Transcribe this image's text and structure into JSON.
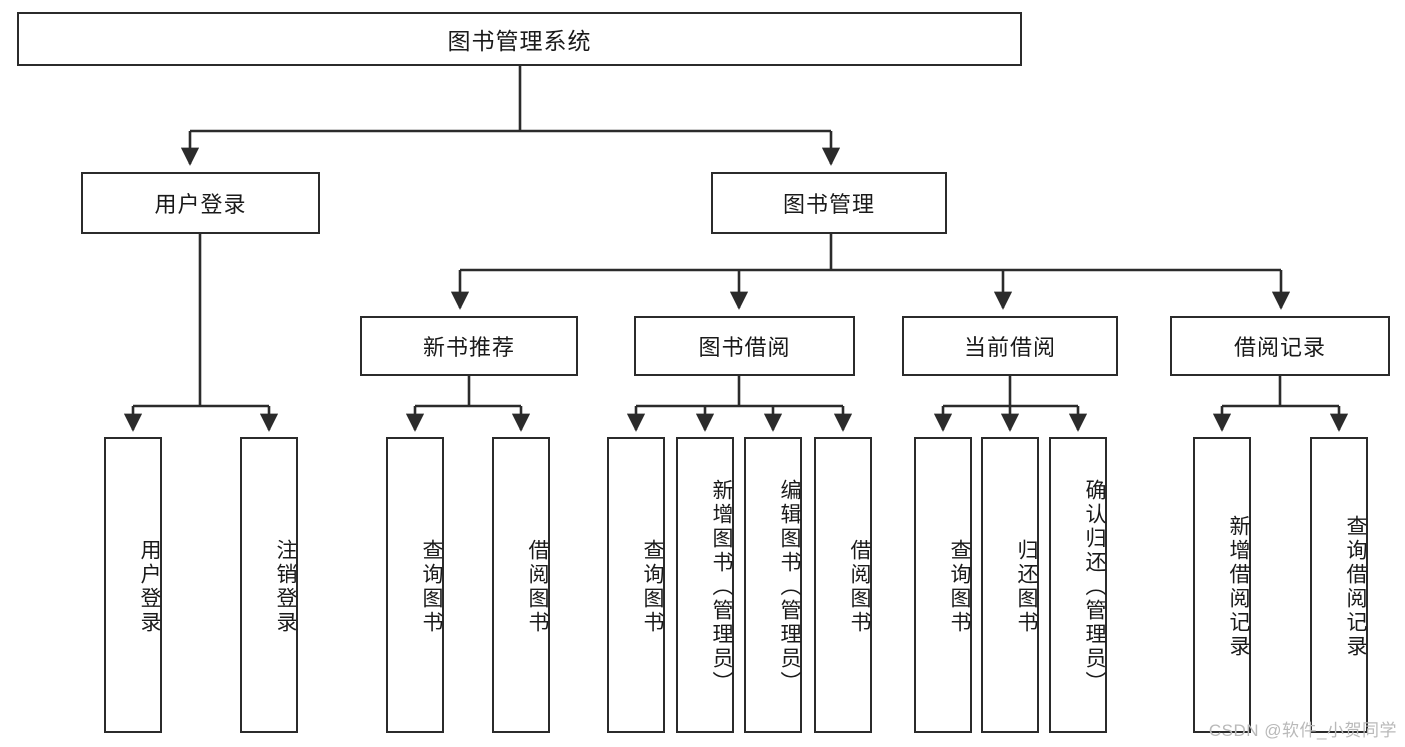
{
  "diagram": {
    "type": "tree-hierarchy",
    "title": "图书管理系统",
    "watermark": "CSDN @软件_小贺同学",
    "colors": {
      "box_border": "#2b2b2b",
      "box_fill": "#ffffff",
      "connector": "#2b2b2b",
      "text": "#1a1a1a",
      "watermark": "#b9b9b9"
    },
    "nodes": {
      "root": {
        "label": "图书管理系统",
        "level": 1,
        "orientation": "horizontal"
      },
      "level2": [
        {
          "id": "user-login",
          "label": "用户登录",
          "orientation": "horizontal"
        },
        {
          "id": "book-manage",
          "label": "图书管理",
          "orientation": "horizontal"
        }
      ],
      "level3": [
        {
          "id": "new-book-rec",
          "label": "新书推荐",
          "orientation": "horizontal",
          "parent": "book-manage"
        },
        {
          "id": "book-borrow",
          "label": "图书借阅",
          "orientation": "horizontal",
          "parent": "book-manage"
        },
        {
          "id": "current-borrow",
          "label": "当前借阅",
          "orientation": "horizontal",
          "parent": "book-manage"
        },
        {
          "id": "borrow-record",
          "label": "借阅记录",
          "orientation": "horizontal",
          "parent": "book-manage"
        }
      ],
      "leaves": [
        {
          "id": "leaf-user-login",
          "label": "用户登录",
          "parent": "user-login"
        },
        {
          "id": "leaf-user-logout",
          "label": "注销登录",
          "parent": "user-login"
        },
        {
          "id": "leaf-query-book-1",
          "label": "查询图书",
          "parent": "new-book-rec"
        },
        {
          "id": "leaf-borrow-book-1",
          "label": "借阅图书",
          "parent": "new-book-rec"
        },
        {
          "id": "leaf-query-book-2",
          "label": "查询图书",
          "parent": "book-borrow"
        },
        {
          "id": "leaf-add-book",
          "label": "新增图书（管理员）",
          "parent": "book-borrow"
        },
        {
          "id": "leaf-edit-book",
          "label": "编辑图书（管理员）",
          "parent": "book-borrow"
        },
        {
          "id": "leaf-borrow-book-2",
          "label": "借阅图书",
          "parent": "book-borrow"
        },
        {
          "id": "leaf-query-book-3",
          "label": "查询图书",
          "parent": "current-borrow"
        },
        {
          "id": "leaf-return-book",
          "label": "归还图书",
          "parent": "current-borrow"
        },
        {
          "id": "leaf-confirm-return",
          "label": "确认归还（管理员）",
          "parent": "current-borrow"
        },
        {
          "id": "leaf-add-record",
          "label": "新增借阅记录",
          "parent": "borrow-record"
        },
        {
          "id": "leaf-query-record",
          "label": "查询借阅记录",
          "parent": "borrow-record"
        }
      ]
    }
  }
}
